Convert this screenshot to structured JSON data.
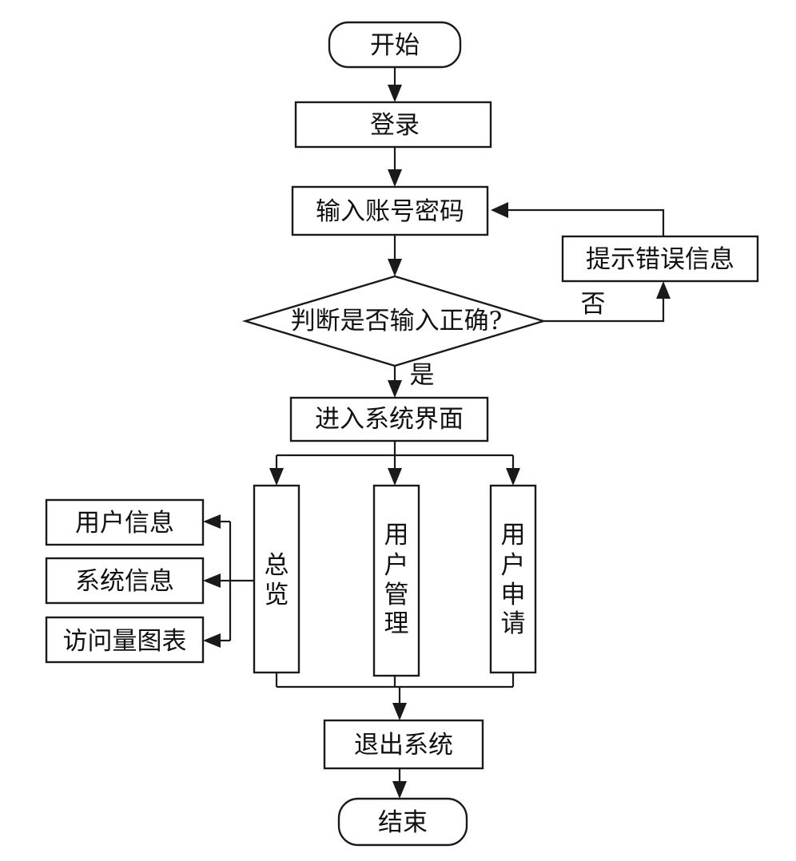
{
  "nodes": {
    "start": "开始",
    "login": "登录",
    "input_credentials": "输入账号密码",
    "error_message": "提示错误信息",
    "check_correct": "判断是否输入正确?",
    "enter_system": "进入系统界面",
    "overview": [
      "总",
      "览"
    ],
    "user_management": [
      "用",
      "户",
      "管",
      "理"
    ],
    "user_application": [
      "用",
      "户",
      "申",
      "请"
    ],
    "user_info": "用户信息",
    "system_info": "系统信息",
    "visit_chart": "访问量图表",
    "exit_system": "退出系统",
    "end": "结束"
  },
  "edges": {
    "no_label": "否",
    "yes_label": "是"
  }
}
